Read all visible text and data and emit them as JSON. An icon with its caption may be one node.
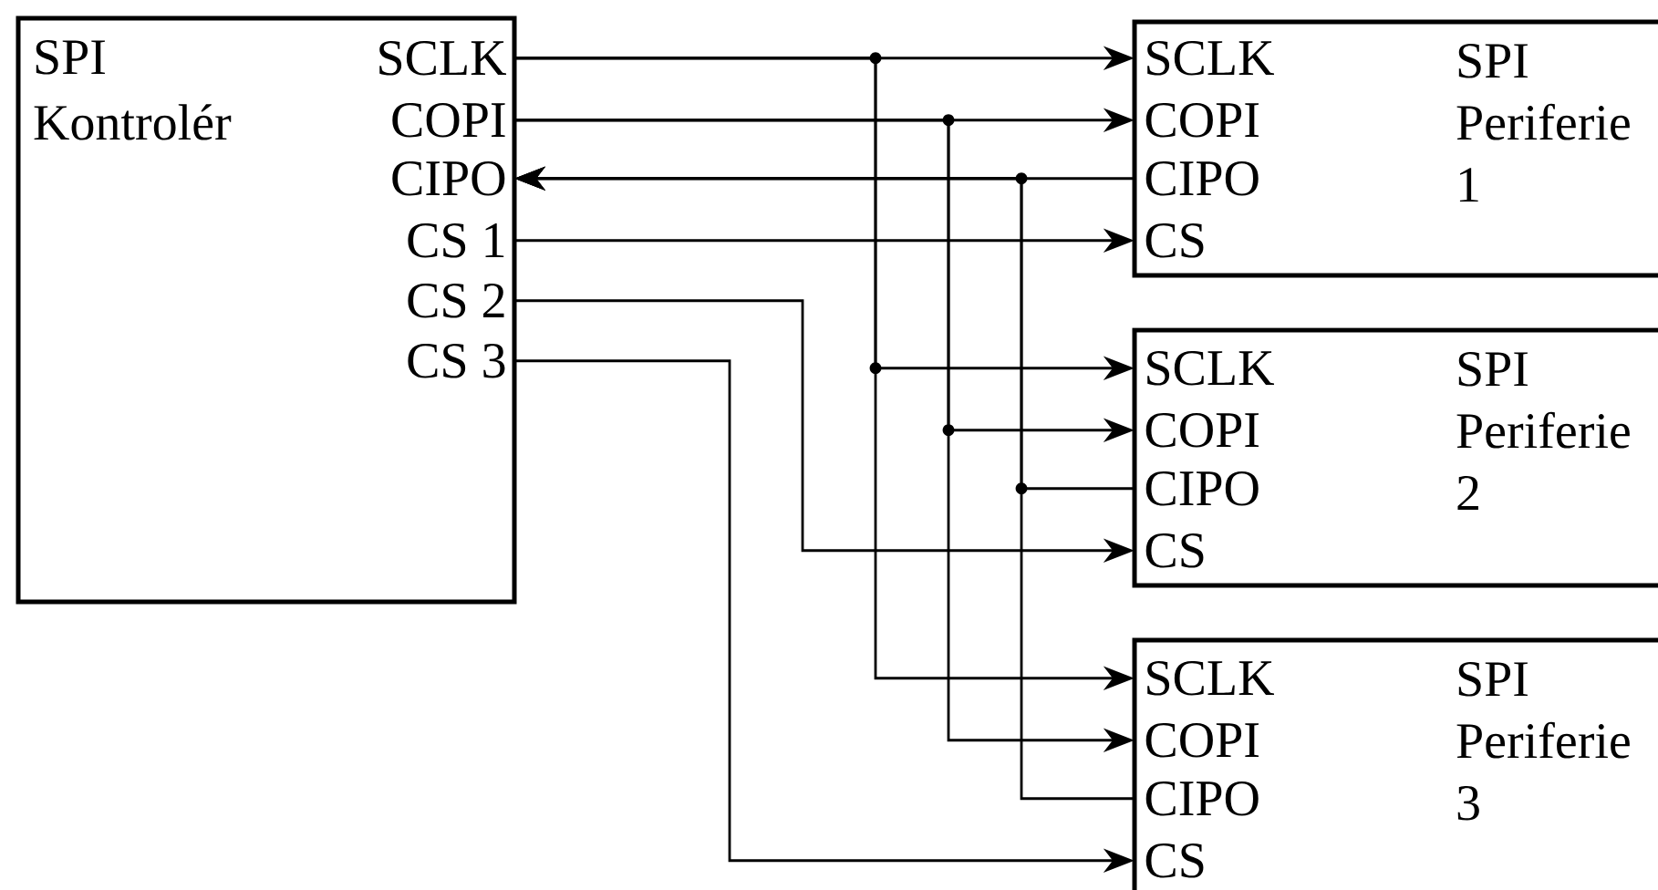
{
  "diagram": {
    "nodes": [
      {
        "text": [
          "SPI Kontrolér"
        ]
      },
      {
        "text": [
          "SCLK"
        ],
        "in": 0
      },
      {
        "text": [
          "COPI"
        ],
        "in": 0
      },
      {
        "text": [
          "CIPO"
        ],
        "in": 0
      },
      {
        "text": [
          "CS 1"
        ],
        "in": 0
      },
      {
        "text": [
          "CS 2"
        ],
        "in": 0
      },
      {
        "text": [
          "CS 3"
        ],
        "in": 0
      },
      {
        "text": [
          "SPI Periferie 1"
        ]
      },
      {
        "text": [
          "SCLK"
        ],
        "in": 7
      },
      {
        "text": [
          "COPI"
        ],
        "in": 7
      },
      {
        "text": [
          "CIPO"
        ],
        "in": 7
      },
      {
        "text": [
          "CS"
        ],
        "in": 7
      },
      {
        "text": [
          "SPI Periferie 2"
        ]
      },
      {
        "text": [
          "SCLK"
        ],
        "in": 12
      },
      {
        "text": [
          "COPI"
        ],
        "in": 12
      },
      {
        "text": [
          "CIPO"
        ],
        "in": 12
      },
      {
        "text": [
          "CS"
        ],
        "in": 12
      },
      {
        "text": [
          "SPI Periferie 3"
        ]
      },
      {
        "text": [
          "SCLK"
        ],
        "in": 17
      },
      {
        "text": [
          "COPI"
        ],
        "in": 17
      },
      {
        "text": [
          "CIPO"
        ],
        "in": 17
      },
      {
        "text": [
          "CS"
        ],
        "in": 17
      }
    ],
    "edges": [
      {
        "from": 1,
        "to": 8,
        "arrow": "to"
      },
      {
        "from": 1,
        "to": 13,
        "arrow": "to"
      },
      {
        "from": 1,
        "to": 18,
        "arrow": "to"
      },
      {
        "from": 2,
        "to": 9,
        "arrow": "to"
      },
      {
        "from": 2,
        "to": 14,
        "arrow": "to"
      },
      {
        "from": 2,
        "to": 19,
        "arrow": "to"
      },
      {
        "from": 10,
        "to": 3,
        "arrow": "to"
      },
      {
        "from": 15,
        "to": 3,
        "arrow": "to"
      },
      {
        "from": 20,
        "to": 3,
        "arrow": "to"
      },
      {
        "from": 4,
        "to": 11,
        "arrow": "to"
      },
      {
        "from": 5,
        "to": 16,
        "arrow": "to"
      },
      {
        "from": 6,
        "to": 21,
        "arrow": "to"
      }
    ]
  }
}
